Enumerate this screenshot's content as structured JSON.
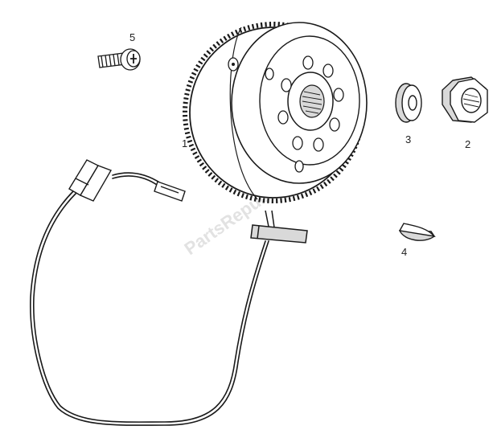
{
  "diagram": {
    "watermark": "PartsRepublik",
    "labels": {
      "flywheel": "1",
      "nut": "2",
      "washer": "3",
      "key": "4",
      "screw": "5"
    },
    "colors": {
      "line": "#1a1a1a",
      "fill": "#ffffff",
      "shade": "#d9d9d9",
      "watermark": "#e2e2e2"
    }
  }
}
